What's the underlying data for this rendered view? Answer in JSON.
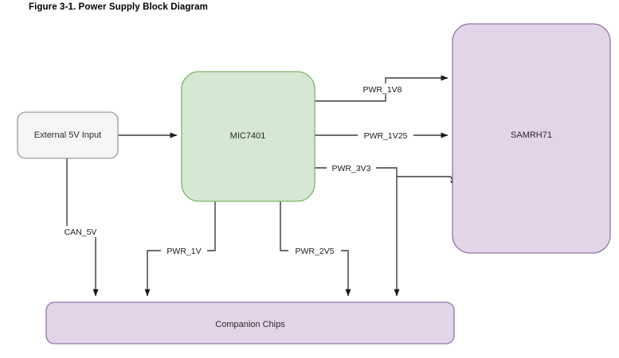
{
  "figure": {
    "title": "Figure 3-1. Power Supply Block Diagram"
  },
  "colors": {
    "source_fill": "#f5f5f5",
    "source_stroke": "#9a9a9a",
    "regulator_fill": "#d5e8d4",
    "regulator_stroke": "#82b366",
    "chip_fill": "#e1d5e7",
    "chip_stroke": "#9673a6",
    "edge": "#3b3b3b",
    "text": "#2a2a2a",
    "page_background": "#ffffff"
  },
  "nodes": {
    "external_5v": {
      "label": "External 5V Input"
    },
    "mic7401": {
      "label": "MIC7401"
    },
    "samrh71": {
      "label": "SAMRH71"
    },
    "companion": {
      "label": "Companion Chips"
    }
  },
  "edges": {
    "in_5v": {
      "label": "",
      "from": "External 5V Input",
      "to": "MIC7401"
    },
    "pwr_1v8": {
      "label": "PWR_1V8",
      "from": "MIC7401",
      "to": "SAMRH71"
    },
    "pwr_1v25": {
      "label": "PWR_1V25",
      "from": "MIC7401",
      "to": "SAMRH71"
    },
    "pwr_3v3": {
      "label": "PWR_3V3",
      "from": "MIC7401",
      "to": "SAMRH71 / Companion Chips"
    },
    "can_5v": {
      "label": "CAN_5V",
      "from": "External 5V Input",
      "to": "Companion Chips"
    },
    "pwr_1v": {
      "label": "PWR_1V",
      "from": "MIC7401",
      "to": "Companion Chips"
    },
    "pwr_2v5": {
      "label": "PWR_2V5",
      "from": "MIC7401",
      "to": "Companion Chips"
    }
  }
}
